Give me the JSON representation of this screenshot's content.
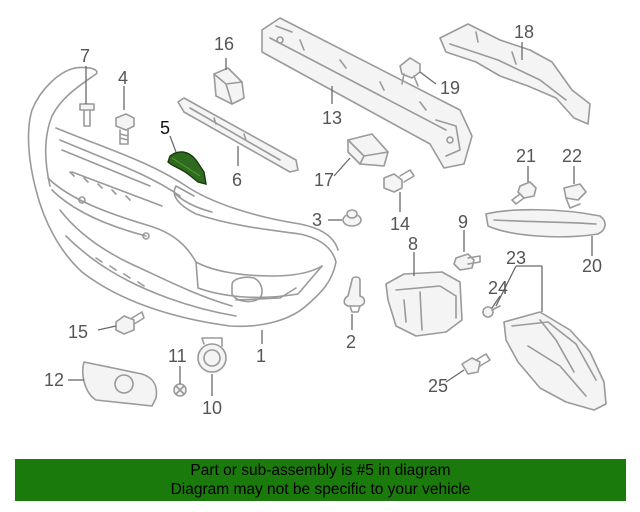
{
  "diagram": {
    "highlighted_part": "5",
    "highlight_color": "#2f6b1f",
    "callouts": [
      {
        "id": "c1",
        "label": "1"
      },
      {
        "id": "c2",
        "label": "2"
      },
      {
        "id": "c3",
        "label": "3"
      },
      {
        "id": "c4",
        "label": "4"
      },
      {
        "id": "c5",
        "label": "5"
      },
      {
        "id": "c6",
        "label": "6"
      },
      {
        "id": "c7",
        "label": "7"
      },
      {
        "id": "c8",
        "label": "8"
      },
      {
        "id": "c9",
        "label": "9"
      },
      {
        "id": "c10",
        "label": "10"
      },
      {
        "id": "c11",
        "label": "11"
      },
      {
        "id": "c12",
        "label": "12"
      },
      {
        "id": "c13",
        "label": "13"
      },
      {
        "id": "c14",
        "label": "14"
      },
      {
        "id": "c15",
        "label": "15"
      },
      {
        "id": "c16",
        "label": "16"
      },
      {
        "id": "c17",
        "label": "17"
      },
      {
        "id": "c18",
        "label": "18"
      },
      {
        "id": "c19",
        "label": "19"
      },
      {
        "id": "c20",
        "label": "20"
      },
      {
        "id": "c21",
        "label": "21"
      },
      {
        "id": "c22",
        "label": "22"
      },
      {
        "id": "c23",
        "label": "23"
      },
      {
        "id": "c24",
        "label": "24"
      },
      {
        "id": "c25",
        "label": "25"
      }
    ]
  },
  "banner": {
    "background": "#1b7a0c",
    "line1": "Part or sub-assembly is #5 in diagram",
    "line2": "Diagram may not be specific to your vehicle"
  }
}
